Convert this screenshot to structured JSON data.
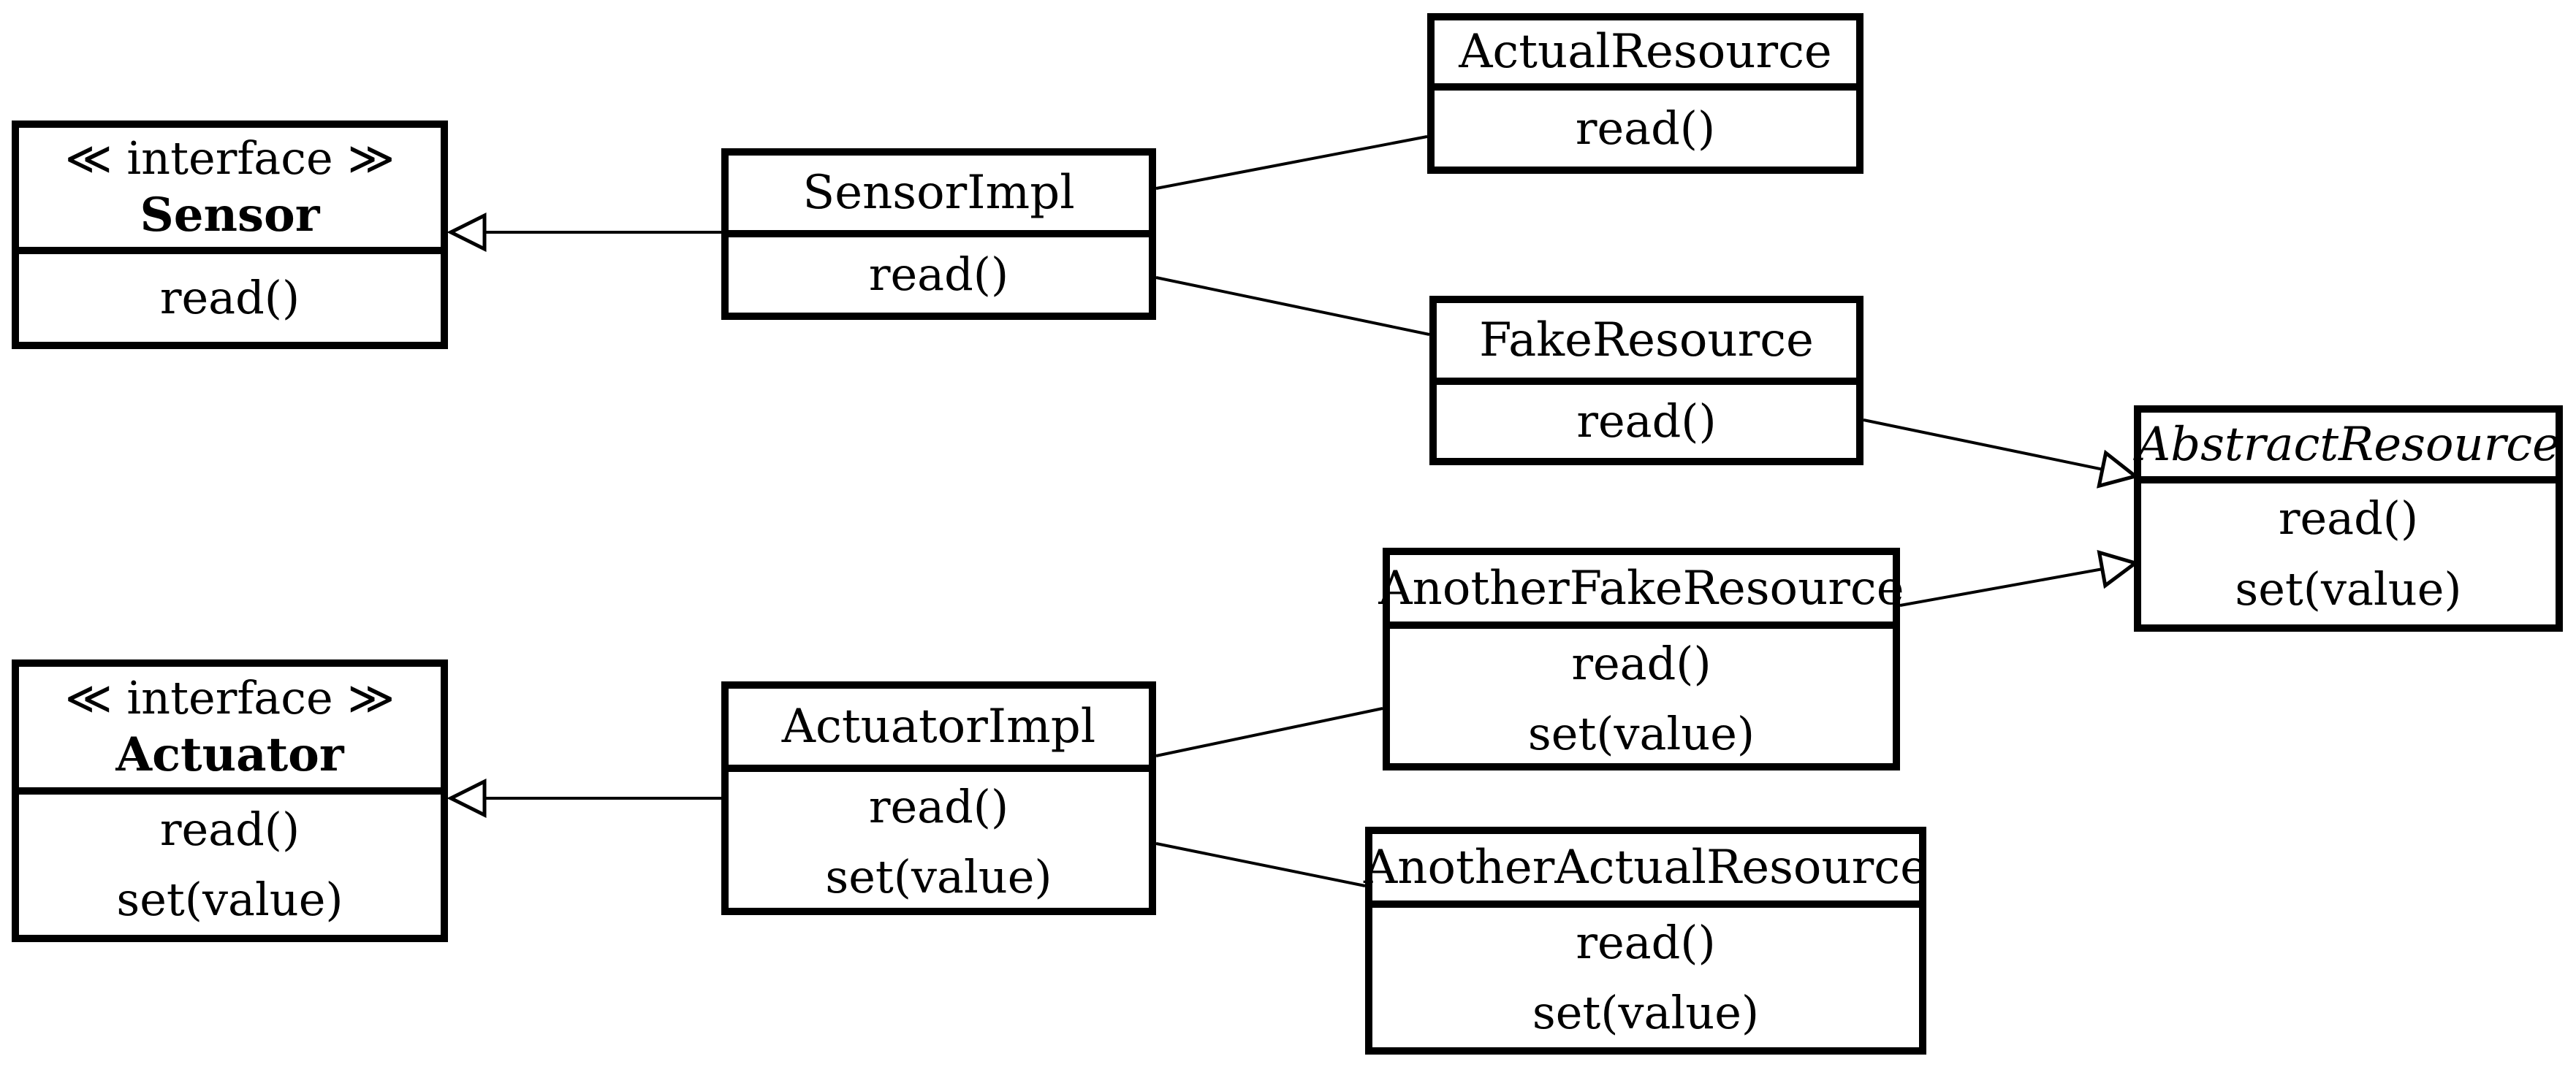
{
  "diagram": {
    "title": "Sensor / Actuator resource UML class diagram",
    "background_color": "#ffffff",
    "line_color": "#000000",
    "classes": [
      {
        "id": "sensor",
        "stereotype": "≪ interface ≫",
        "name": "Sensor",
        "name_style": "bold",
        "methods": [
          "read()"
        ]
      },
      {
        "id": "sensor-impl",
        "name": "SensorImpl",
        "name_style": "plain",
        "methods": [
          "read()"
        ]
      },
      {
        "id": "actual-resource",
        "name": "ActualResource",
        "name_style": "plain",
        "methods": [
          "read()"
        ]
      },
      {
        "id": "fake-resource",
        "name": "FakeResource",
        "name_style": "plain",
        "methods": [
          "read()"
        ]
      },
      {
        "id": "abstract-resource",
        "name": "AbstractResource",
        "name_style": "italic",
        "methods": [
          "read()",
          "set(value)"
        ]
      },
      {
        "id": "another-fake-resource",
        "name": "AnotherFakeResource",
        "name_style": "plain",
        "methods": [
          "read()",
          "set(value)"
        ]
      },
      {
        "id": "actuator",
        "stereotype": "≪ interface ≫",
        "name": "Actuator",
        "name_style": "bold",
        "methods": [
          "read()",
          "set(value)"
        ]
      },
      {
        "id": "actuator-impl",
        "name": "ActuatorImpl",
        "name_style": "plain",
        "methods": [
          "read()",
          "set(value)"
        ]
      },
      {
        "id": "another-actual-resource",
        "name": "AnotherActualResource",
        "name_style": "plain",
        "methods": [
          "read()",
          "set(value)"
        ]
      }
    ],
    "relations": [
      {
        "from": "SensorImpl",
        "to": "Sensor",
        "type": "realization-hollow-triangle"
      },
      {
        "from": "SensorImpl",
        "to": "ActualResource",
        "type": "association-line"
      },
      {
        "from": "SensorImpl",
        "to": "FakeResource",
        "type": "association-line"
      },
      {
        "from": "FakeResource",
        "to": "AbstractResource",
        "type": "generalization-hollow-triangle"
      },
      {
        "from": "AnotherFakeResource",
        "to": "AbstractResource",
        "type": "generalization-hollow-triangle"
      },
      {
        "from": "ActuatorImpl",
        "to": "Actuator",
        "type": "realization-hollow-triangle"
      },
      {
        "from": "ActuatorImpl",
        "to": "AnotherFakeResource",
        "type": "association-line"
      },
      {
        "from": "ActuatorImpl",
        "to": "AnotherActualResource",
        "type": "association-line"
      }
    ]
  }
}
